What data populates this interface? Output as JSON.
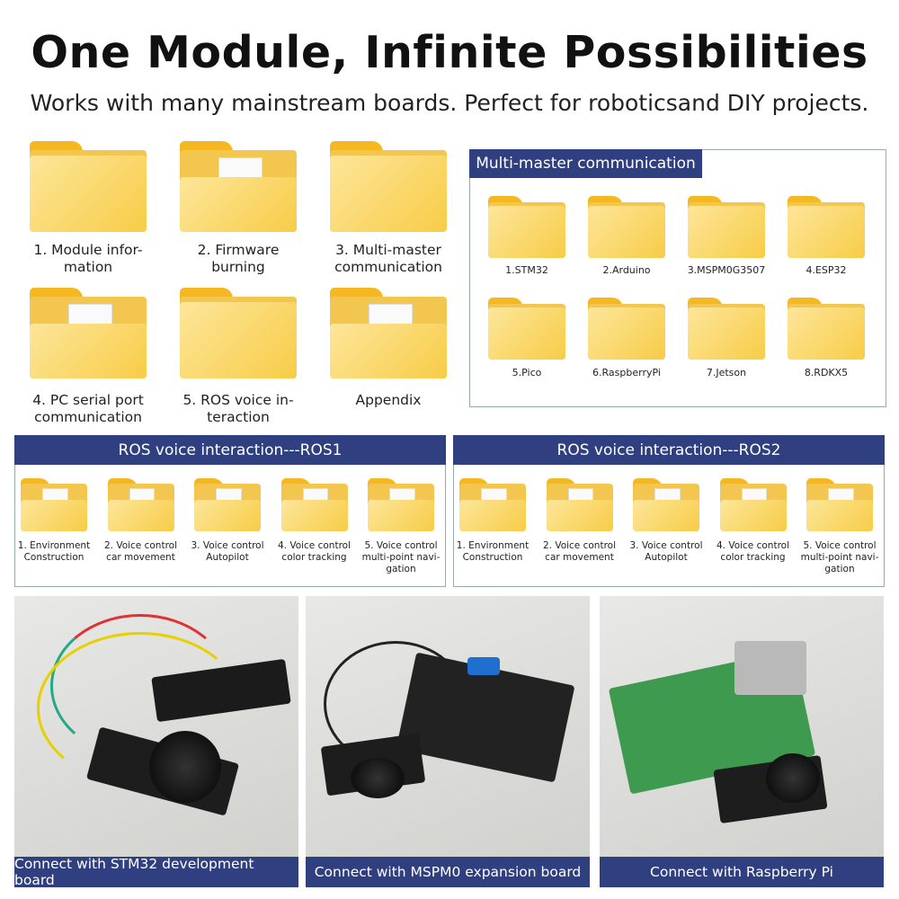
{
  "title": "One Module, Infinite Possibilities",
  "subtitle": "Works with many mainstream boards. Perfect for roboticsand DIY projects.",
  "main_folders": [
    {
      "label1": "1. Module infor-",
      "label2": "mation"
    },
    {
      "label1": "2. Firmware",
      "label2": "burning"
    },
    {
      "label1": "3. Multi-master",
      "label2": "communication"
    },
    {
      "label1": "4. PC serial port",
      "label2": "communication"
    },
    {
      "label1": "5. ROS voice in-",
      "label2": "teraction"
    },
    {
      "label1": "Appendix",
      "label2": ""
    }
  ],
  "multi_master": {
    "title": "Multi-master communication",
    "items": [
      "1.STM32",
      "2.Arduino",
      "3.MSPM0G3507",
      "4.ESP32",
      "5.Pico",
      "6.RaspberryPi",
      "7.Jetson",
      "8.RDKX5"
    ]
  },
  "ros1": {
    "title": "ROS voice interaction---ROS1",
    "items": [
      {
        "l1": "1. Environment",
        "l2": "Construction",
        "l3": ""
      },
      {
        "l1": "2. Voice control",
        "l2": "car movement",
        "l3": ""
      },
      {
        "l1": "3. Voice control",
        "l2": "Autopilot",
        "l3": ""
      },
      {
        "l1": "4. Voice control",
        "l2": "color tracking",
        "l3": ""
      },
      {
        "l1": "5. Voice control",
        "l2": "multi-point navi-",
        "l3": "gation"
      }
    ]
  },
  "ros2": {
    "title": "ROS voice interaction---ROS2",
    "items": [
      {
        "l1": "1. Environment",
        "l2": "Construction",
        "l3": ""
      },
      {
        "l1": "2. Voice control",
        "l2": "car movement",
        "l3": ""
      },
      {
        "l1": "3. Voice control",
        "l2": "Autopilot",
        "l3": ""
      },
      {
        "l1": "4. Voice control",
        "l2": "color tracking",
        "l3": ""
      },
      {
        "l1": "5. Voice control",
        "l2": "multi-point navi-",
        "l3": "gation"
      }
    ]
  },
  "photos": [
    "Connect with STM32 development board",
    "Connect with MSPM0 expansion board",
    "Connect with Raspberry Pi"
  ]
}
